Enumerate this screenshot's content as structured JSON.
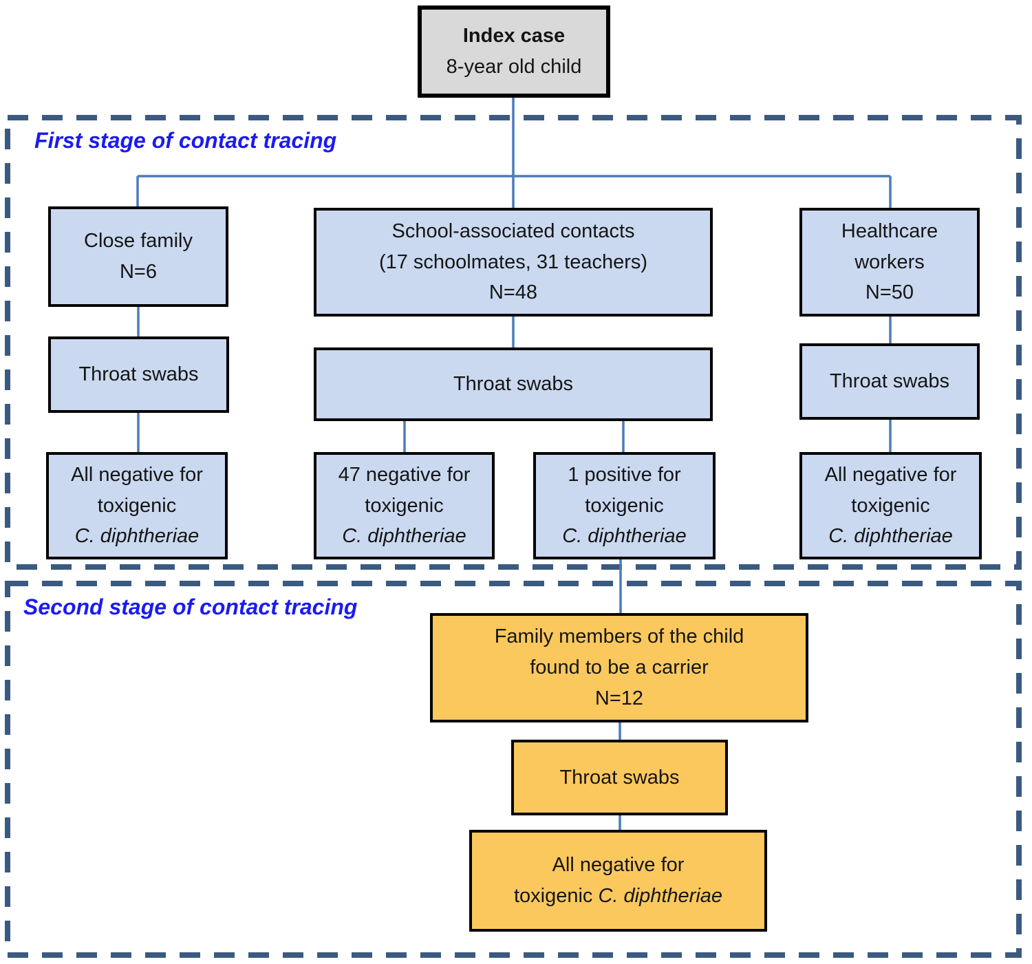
{
  "colors": {
    "box_blue_fill": "#cad9f0",
    "box_orange_fill": "#fbc85e",
    "box_gray_fill": "#d9d9d9",
    "box_border": "#000000",
    "stage_dashed_border": "#3a5a80",
    "connector_line": "#4a7cb8",
    "stage_label_text": "#1b1bf0"
  },
  "index_case": {
    "title": "Index case",
    "subtitle": "8-year old child"
  },
  "stage1": {
    "label": "First stage of contact tracing",
    "family": {
      "group_line1": "Close family",
      "group_line2": "N=6",
      "test": "Throat swabs",
      "result_line1": "All negative for",
      "result_line2": "toxigenic",
      "result_line3": "C. diphtheriae"
    },
    "school": {
      "group_line1": "School-associated contacts",
      "group_line2": "(17 schoolmates, 31 teachers)",
      "group_line3": "N=48",
      "test": "Throat swabs",
      "negative": {
        "line1": "47 negative for",
        "line2": "toxigenic",
        "line3": "C. diphtheriae"
      },
      "positive": {
        "line1": "1 positive for",
        "line2": "toxigenic",
        "line3": "C. diphtheriae"
      }
    },
    "healthcare": {
      "group_line1": "Healthcare",
      "group_line2": "workers",
      "group_line3": "N=50",
      "test": "Throat swabs",
      "result_line1": "All negative for",
      "result_line2": "toxigenic",
      "result_line3": "C. diphtheriae"
    }
  },
  "stage2": {
    "label": "Second stage of contact tracing",
    "group_line1": "Family members of the child",
    "group_line2": "found to be a carrier",
    "group_line3": "N=12",
    "test": "Throat swabs",
    "result_line1": "All negative for",
    "result_line2_normal": "toxigenic ",
    "result_line2_italic": "C. diphtheriae"
  }
}
